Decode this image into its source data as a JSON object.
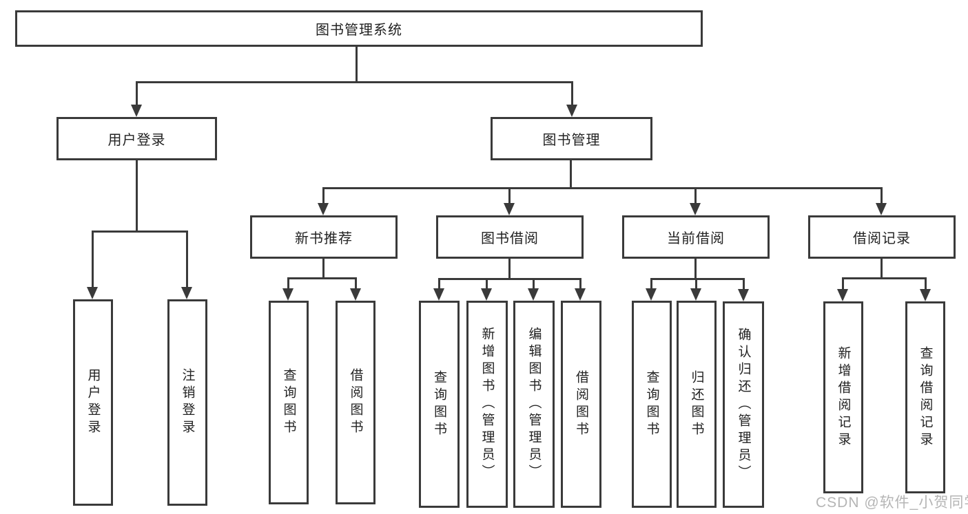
{
  "tree": {
    "label": "图书管理系统",
    "children": [
      {
        "label": "用户登录",
        "children": [
          {
            "label": "用户登录"
          },
          {
            "label": "注销登录"
          }
        ]
      },
      {
        "label": "图书管理",
        "children": [
          {
            "label": "新书推荐",
            "children": [
              {
                "label": "查询图书"
              },
              {
                "label": "借阅图书"
              }
            ]
          },
          {
            "label": "图书借阅",
            "children": [
              {
                "label": "查询图书"
              },
              {
                "label": "新增图书（管理员）"
              },
              {
                "label": "编辑图书（管理员）"
              },
              {
                "label": "借阅图书"
              }
            ]
          },
          {
            "label": "当前借阅",
            "children": [
              {
                "label": "查询图书"
              },
              {
                "label": "归还图书"
              },
              {
                "label": "确认归还（管理员）"
              }
            ]
          },
          {
            "label": "借阅记录",
            "children": [
              {
                "label": "新增借阅记录"
              },
              {
                "label": "查询借阅记录"
              }
            ]
          }
        ]
      }
    ]
  },
  "watermark": {
    "text": "CSDN @软件_小贺同学"
  },
  "colors": {
    "line": "#3a3a3a",
    "text": "#222222",
    "background": "#ffffff",
    "watermark": "#a8a8a8"
  }
}
